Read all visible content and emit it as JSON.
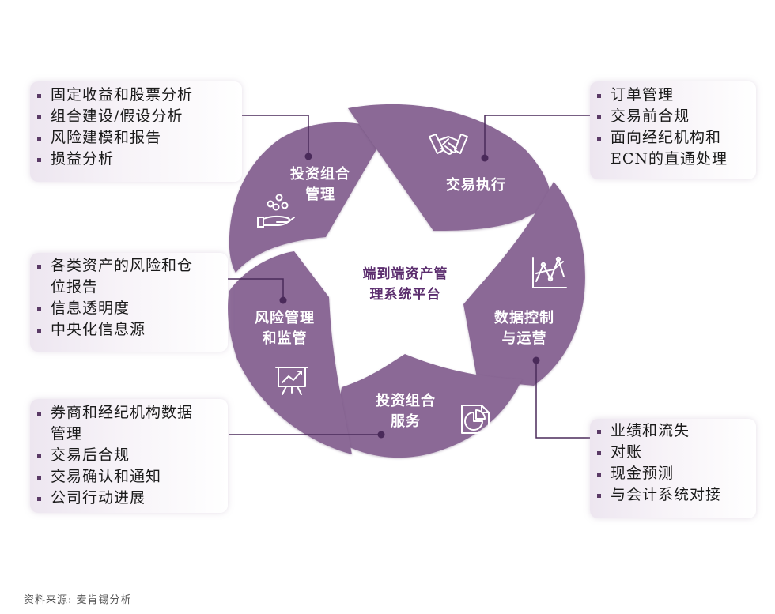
{
  "center": {
    "line1": "端到端资产管",
    "line2": "理系统平台"
  },
  "segments": [
    {
      "id": "portfolio-management",
      "line1": "投资组合",
      "line2": "管理",
      "icon": "hand-coins-icon"
    },
    {
      "id": "trade-execution",
      "line1": "交易执行",
      "line2": "",
      "icon": "handshake-icon"
    },
    {
      "id": "data-ops",
      "line1": "数据控制",
      "line2": "与运营",
      "icon": "line-chart-icon"
    },
    {
      "id": "portfolio-services",
      "line1": "投资组合",
      "line2": "服务",
      "icon": "pie-document-icon"
    },
    {
      "id": "risk-oversight",
      "line1": "风险管理",
      "line2": "和监管",
      "icon": "presentation-chart-icon"
    }
  ],
  "boxes": {
    "top_left": [
      "固定收益和股票分析",
      "组合建设/假设分析",
      "风险建模和报告",
      "损益分析"
    ],
    "top_right": [
      "订单管理",
      "交易前合规",
      "面向经纪机构和",
      "ECN的直通处理"
    ],
    "mid_left": [
      "各类资产的风险和仓",
      "位报告",
      "信息透明度",
      "中央化信息源"
    ],
    "bottom_left": [
      "券商和经纪机构数据",
      "管理",
      "交易后合规",
      "交易确认和通知",
      "公司行动进展"
    ],
    "bottom_right": [
      "业绩和流失",
      "对账",
      "现金预测",
      "与会计系统对接"
    ]
  },
  "source": "资料来源: 麦肯锡分析",
  "colors": {
    "segment": "#8b6996",
    "center_text": "#5b2d6e",
    "connector": "#4a2a5a",
    "bullet": "#5a3a66"
  }
}
